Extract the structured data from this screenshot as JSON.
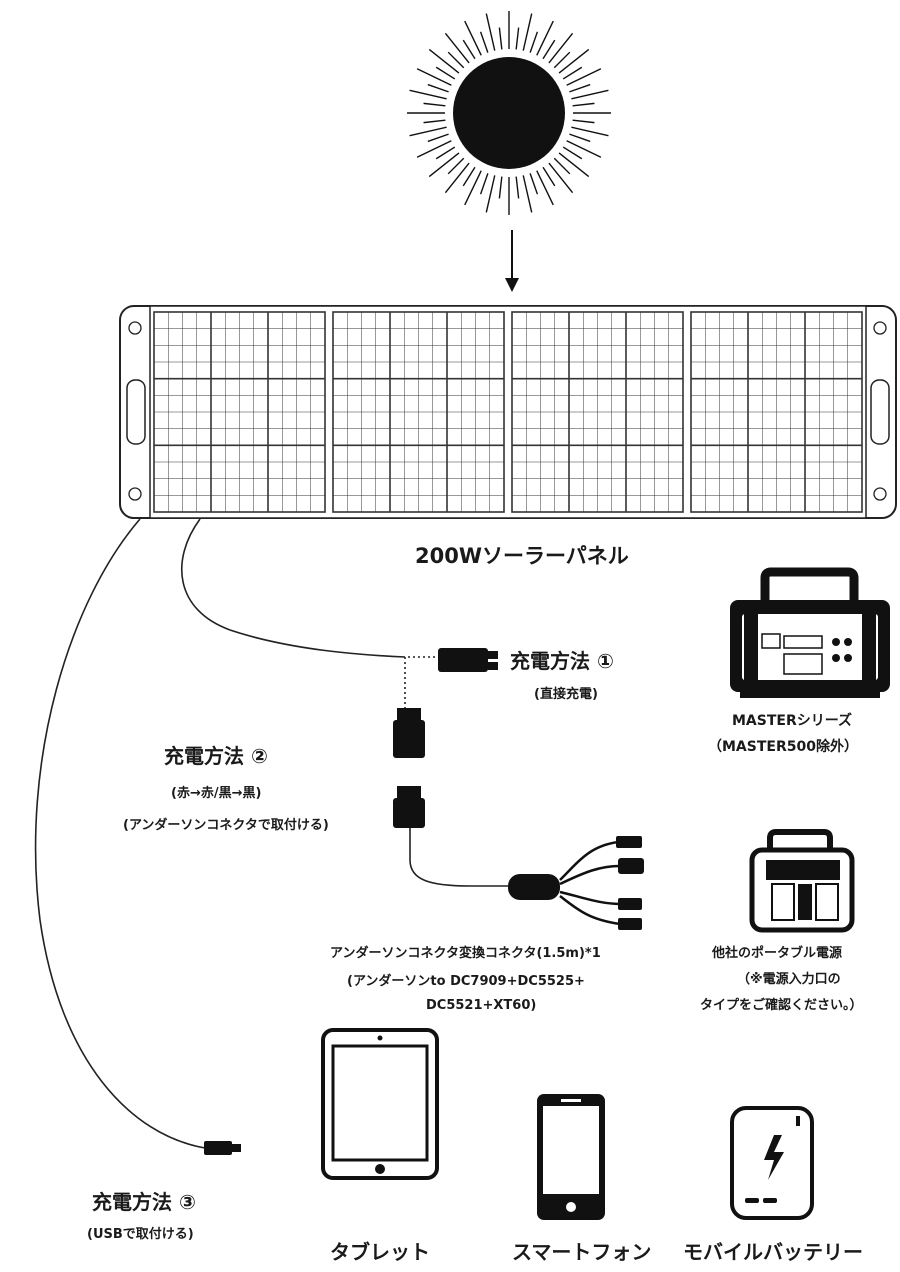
{
  "panel": {
    "label": "200Wソーラーパネル"
  },
  "method1": {
    "title": "充電方法 ①",
    "note": "(直接充電)"
  },
  "method2": {
    "title": "充電方法 ②",
    "note1": "(赤→赤/黒→黒)",
    "note2": "(アンダーソンコネクタで取付ける)"
  },
  "method3": {
    "title": "充電方法 ③",
    "note": "(USBで取付ける)"
  },
  "master": {
    "line1": "MASTERシリーズ",
    "line2": "（MASTER500除外）"
  },
  "converter": {
    "line1": "アンダーソンコネクタ変換コネクタ(1.5m)*1",
    "line2": "(アンダーソンto DC7909+DC5525+",
    "line3": "DC5521+XT60)"
  },
  "other_power": {
    "line1": "他社のポータブル電源",
    "line2": "（※電源入力口の",
    "line3": "タイプをご確認ください。）"
  },
  "devices": {
    "tablet": "タブレット",
    "smartphone": "スマートフォン",
    "battery": "モバイルバッテリー"
  }
}
